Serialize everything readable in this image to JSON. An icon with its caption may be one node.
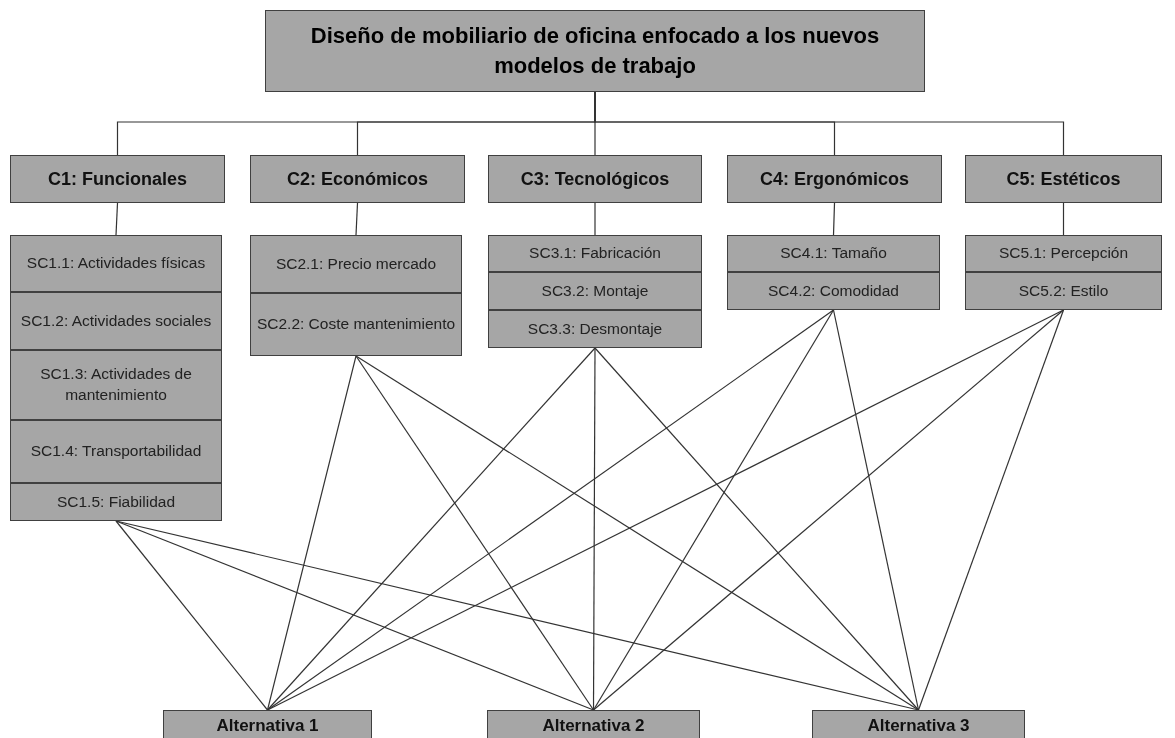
{
  "diagram": {
    "nodes": [
      {
        "text": [
          "Diseño de mobiliario de oficina enfocado a los nuevos modelos de trabajo"
        ]
      },
      {
        "text": [
          "C1: Funcionales"
        ]
      },
      {
        "text": [
          "C2: Económicos"
        ]
      },
      {
        "text": [
          "C3: Tecnológicos"
        ]
      },
      {
        "text": [
          "C4: Ergonómicos"
        ]
      },
      {
        "text": [
          "C5: Estéticos"
        ]
      },
      {
        "text": [
          "SC1.1: Actividades físicas"
        ]
      },
      {
        "text": [
          "SC1.2: Actividades sociales"
        ]
      },
      {
        "text": [
          "SC1.3: Actividades de mantenimiento"
        ]
      },
      {
        "text": [
          "SC1.4: Transportabilidad"
        ]
      },
      {
        "text": [
          "SC1.5: Fiabilidad"
        ]
      },
      {
        "text": [
          "SC2.1: Precio mercado"
        ]
      },
      {
        "text": [
          "SC2.2: Coste mantenimiento"
        ]
      },
      {
        "text": [
          "SC3.1: Fabricación"
        ]
      },
      {
        "text": [
          "SC3.2: Montaje"
        ]
      },
      {
        "text": [
          "SC3.3: Desmontaje"
        ]
      },
      {
        "text": [
          "SC4.1: Tamaño"
        ]
      },
      {
        "text": [
          "SC4.2: Comodidad"
        ]
      },
      {
        "text": [
          "SC5.1: Percepción"
        ]
      },
      {
        "text": [
          "SC5.2: Estilo"
        ]
      },
      {
        "text": [
          "Alternativa 1"
        ]
      },
      {
        "text": [
          "Alternativa 2"
        ]
      },
      {
        "text": [
          "Alternativa 3"
        ]
      }
    ],
    "edges": [
      {
        "from": 0,
        "to": 1,
        "arrow": "none"
      },
      {
        "from": 0,
        "to": 2,
        "arrow": "none"
      },
      {
        "from": 0,
        "to": 3,
        "arrow": "none"
      },
      {
        "from": 0,
        "to": 4,
        "arrow": "none"
      },
      {
        "from": 0,
        "to": 5,
        "arrow": "none"
      },
      {
        "from": 1,
        "to": 6,
        "arrow": "none"
      },
      {
        "from": 2,
        "to": 11,
        "arrow": "none"
      },
      {
        "from": 3,
        "to": 13,
        "arrow": "none"
      },
      {
        "from": 4,
        "to": 16,
        "arrow": "none"
      },
      {
        "from": 5,
        "to": 18,
        "arrow": "none"
      },
      {
        "from": 10,
        "to": 20,
        "arrow": "none"
      },
      {
        "from": 10,
        "to": 21,
        "arrow": "none"
      },
      {
        "from": 10,
        "to": 22,
        "arrow": "none"
      },
      {
        "from": 12,
        "to": 20,
        "arrow": "none"
      },
      {
        "from": 12,
        "to": 21,
        "arrow": "none"
      },
      {
        "from": 12,
        "to": 22,
        "arrow": "none"
      },
      {
        "from": 15,
        "to": 20,
        "arrow": "none"
      },
      {
        "from": 15,
        "to": 21,
        "arrow": "none"
      },
      {
        "from": 15,
        "to": 22,
        "arrow": "none"
      },
      {
        "from": 17,
        "to": 20,
        "arrow": "none"
      },
      {
        "from": 17,
        "to": 21,
        "arrow": "none"
      },
      {
        "from": 17,
        "to": 22,
        "arrow": "none"
      },
      {
        "from": 19,
        "to": 20,
        "arrow": "none"
      },
      {
        "from": 19,
        "to": 21,
        "arrow": "none"
      },
      {
        "from": 19,
        "to": 22,
        "arrow": "none"
      }
    ]
  }
}
